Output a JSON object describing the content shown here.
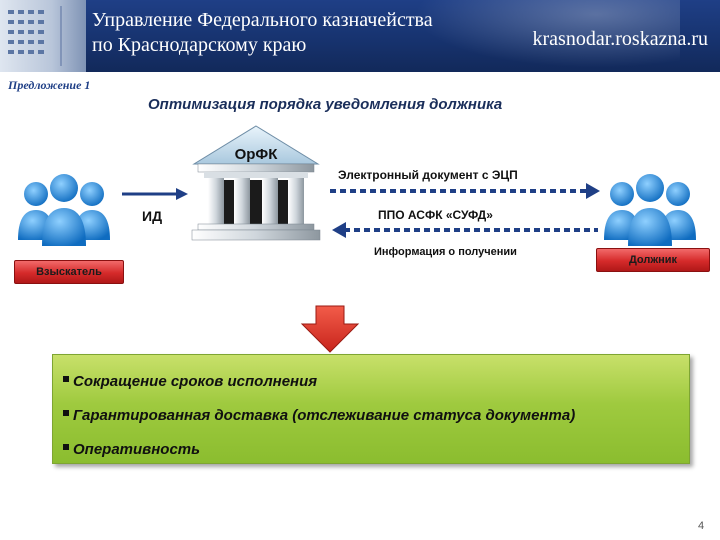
{
  "header": {
    "title": "Управление Федерального казначейства\nпо Краснодарскому краю",
    "site": "krasnodar.roskazna.ru"
  },
  "proposal_label": "Предложение 1",
  "main_title": "Оптимизация порядка уведомления должника",
  "diagram": {
    "center_node": "ОрФК",
    "left_actor": "Взыскатель",
    "right_actor": "Должник",
    "left_arrow_label": "ИД",
    "top_arrow_label": "Электронный документ с ЭЦП",
    "middle_label": "ППО АСФК «СУФД»",
    "bottom_arrow_label": "Информация о получении"
  },
  "benefits": [
    "Сокращение сроков исполнения",
    "Гарантированная доставка (отслеживание статуса документа)",
    "Оперативность"
  ],
  "page_number": "4",
  "colors": {
    "header_bg": "#1f3f86",
    "accent_red": "#d52a2a",
    "people_blue": "#1e86d6",
    "benefit_green": "#9fca3f",
    "arrow_blue": "#1f3f86"
  }
}
